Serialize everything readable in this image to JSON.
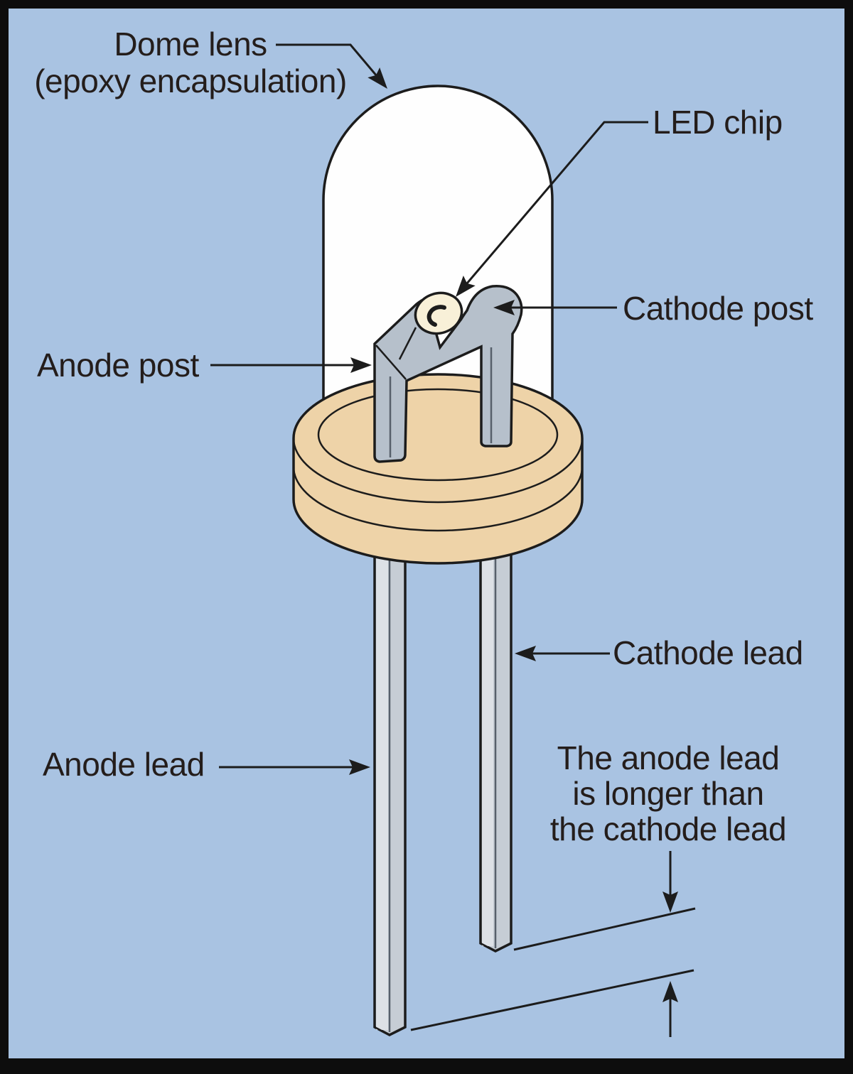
{
  "figure": {
    "title": "LED construction diagram",
    "labels": {
      "dome_lens_line1": "Dome lens",
      "dome_lens_line2": "(epoxy encapsulation)",
      "led_chip": "LED chip",
      "cathode_post": "Cathode post",
      "anode_post": "Anode post",
      "cathode_lead": "Cathode lead",
      "anode_lead": "Anode lead"
    },
    "note": {
      "line1": "The anode lead",
      "line2": "is longer than",
      "line3": "the cathode lead"
    },
    "colors": {
      "background": "#a9c3e2",
      "frame": "#0d0d0d",
      "dome": "#fefefe",
      "flange": "#eed3a8",
      "metal": "#b6c0cb",
      "lead": "#c6cdd5",
      "lead_highlight": "#dde1e6",
      "chip": "#f8f0d8",
      "line": "#1c1c1c",
      "text": "#241d1b"
    }
  }
}
